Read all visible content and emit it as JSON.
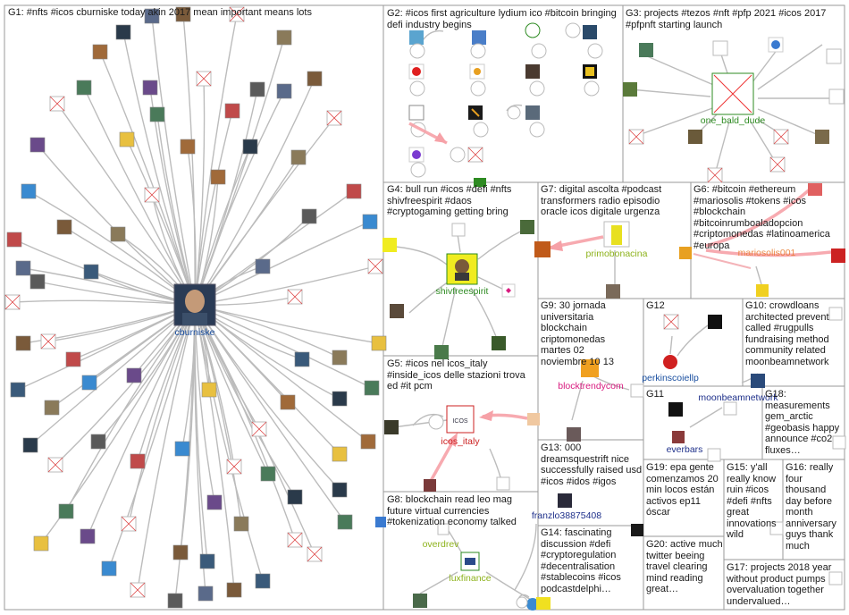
{
  "colors": {
    "edge": "#bcbcbc",
    "edge_strong": "#f6a1a7",
    "label_g1": "#1a4fa0",
    "label_green": "#2e8b22",
    "label_pink": "#d81b7f",
    "label_yellowgreen": "#8db21b",
    "label_darkblue": "#1d2f8a",
    "label_red": "#c22",
    "label_orange": "#e8782a"
  },
  "groups": [
    {
      "id": "G1",
      "label": "G1: #nfts #icos cburniske today akin 2017 mean important means lots"
    },
    {
      "id": "G2",
      "label": "G2: #icos first agriculture lydium ico #bitcoin bringing defi industry begins"
    },
    {
      "id": "G3",
      "label": "G3: projects #tezos #nft #pfp 2021 #icos 2017 #pfpnft starting launch"
    },
    {
      "id": "G4",
      "label": "G4: bull run #icos #defi #nfts shivfreespirit #daos #cryptogaming getting bring"
    },
    {
      "id": "G7",
      "label": "G7: digital ascolta #podcast transformers radio episodio oracle icos digitale urgenza"
    },
    {
      "id": "G6",
      "label": "G6: #bitcoin #ethereum #mariosolis #tokens #icos #blockchain #bitcoinrumboaladopcion #criptomonedas #latinoamerica #europa"
    },
    {
      "id": "G9",
      "label": "G9: 30 jornada universitaria blockchain criptomonedas martes 02 noviembre 10 13"
    },
    {
      "id": "G12",
      "label": "G12"
    },
    {
      "id": "G10",
      "label": "G10: crowdloans architected prevent called #rugpulls fundraising method community related moonbeamnetwork"
    },
    {
      "id": "G5",
      "label": "G5: #icos nel icos_italy #inside_icos delle stazioni trova ed #it pcm"
    },
    {
      "id": "G11",
      "label": "G11"
    },
    {
      "id": "G18",
      "label": "G18: measurements gem_arctic #geobasis happy announce #co2 fluxes…"
    },
    {
      "id": "G13",
      "label": "G13: 000 dreamsquestrift nice successfully raised usd #icos #idos #igos"
    },
    {
      "id": "G8",
      "label": "G8: blockchain read leo mag future virtual currencies #tokenization economy talked"
    },
    {
      "id": "G19",
      "label": "G19: epa gente comenzamos 20 min locos están activos ep11 óscar"
    },
    {
      "id": "G15",
      "label": "G15: y'all really know ruin #icos #defi #nfts great innovations wild"
    },
    {
      "id": "G16",
      "label": "G16: really four thousand day before month anniversary guys thank much"
    },
    {
      "id": "G14",
      "label": "G14: fascinating discussion #defi #cryptoregulation #decentralisation #stablecoins #icos podcastdelphi…"
    },
    {
      "id": "G20",
      "label": "G20: active much twitter beeing travel clearing mind reading great…"
    },
    {
      "id": "G17",
      "label": "G17: projects 2018 year without product pumps overvaluation together undervalued…"
    }
  ],
  "node_labels": {
    "cburniske": "cburniske",
    "one_bald_dude": "one_bald_dude",
    "shivfreespirit": "shivfreespirit",
    "primobonacina": "primobonacina",
    "mariosolis001": "mariosolis001",
    "blocktrendycom": "blocktrendycom",
    "perkinscoiellp": "perkinscoiellp",
    "moonbeamnetwork": "moonbeamnetwork",
    "everbars": "everbars",
    "icos_italy": "icos_italy",
    "franzlo38875408": "franzlo38875408",
    "overdrev": "overdrev",
    "luxfinance": "luxfinance",
    "icos_logo_text": "ICOS"
  }
}
